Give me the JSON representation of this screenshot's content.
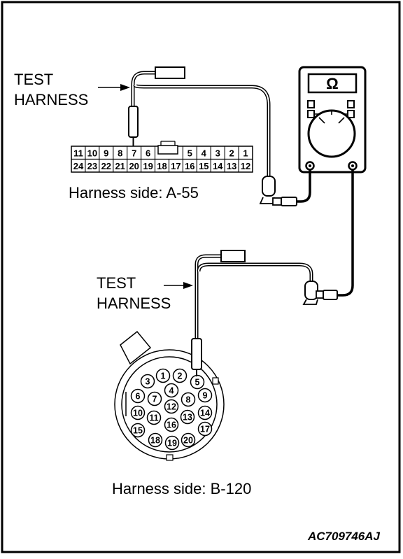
{
  "labels": {
    "test_harness_1": [
      "TEST",
      "HARNESS"
    ],
    "test_harness_2": [
      "TEST",
      "HARNESS"
    ],
    "harness_a": "Harness side: A-55",
    "harness_b": "Harness side: B-120",
    "figure_code": "AC709746AJ",
    "meter_symbol": "Ω"
  },
  "connector_a": {
    "top_row": [
      "11",
      "10",
      "9",
      "8",
      "7",
      "6",
      "",
      "",
      "5",
      "4",
      "3",
      "2",
      "1"
    ],
    "bottom_row": [
      "24",
      "23",
      "22",
      "21",
      "20",
      "19",
      "18",
      "17",
      "16",
      "15",
      "14",
      "13",
      "12"
    ]
  },
  "connector_b": {
    "pins": [
      "1",
      "2",
      "3",
      "4",
      "5",
      "6",
      "7",
      "8",
      "9",
      "10",
      "11",
      "12",
      "13",
      "14",
      "15",
      "16",
      "17",
      "18",
      "19",
      "20"
    ]
  },
  "colors": {
    "line": "#000000",
    "background": "#ffffff"
  }
}
